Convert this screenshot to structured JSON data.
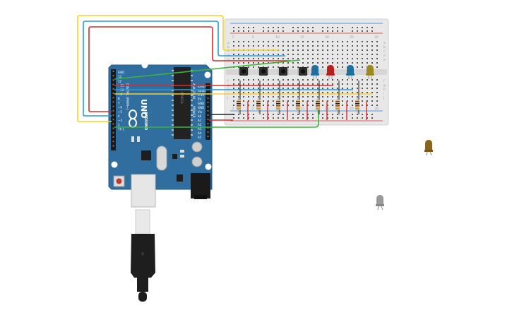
{
  "board": {
    "brand": "UNO",
    "brand_sub": "ARDUINO",
    "digital_label": "DIGITAL (PWM~)",
    "power_label": "POWER",
    "analog_label": "ANALOG IN",
    "pins_top": [
      "GND",
      "13",
      "12",
      "~11",
      "~10",
      "~9",
      "8",
      "7",
      "~6",
      "~5",
      "4",
      "~3",
      "2",
      "TX 1",
      "RX 0"
    ],
    "pins_power": [
      "IOREF",
      "RESET",
      "3.3V",
      "5V",
      "GND",
      "GND",
      "Vin"
    ],
    "pins_analog": [
      "A0",
      "A1",
      "A2",
      "A3",
      "A4",
      "A5"
    ],
    "chip_label": "ATMEGA",
    "on_label": "ON",
    "tx_label": "TX",
    "rx_label": "RX",
    "l_label": "L"
  },
  "breadboard": {
    "cols": 30,
    "col_labels": [
      "1",
      "5",
      "10",
      "15",
      "20",
      "25",
      "30"
    ],
    "row_labels": [
      "a",
      "b",
      "c",
      "d",
      "e",
      "f",
      "g",
      "h",
      "i",
      "j"
    ]
  },
  "components": {
    "buttons": 4,
    "resistors": 7,
    "leds_on_board": [
      "blue",
      "red",
      "blue",
      "olive"
    ],
    "loose_leds": [
      "brown",
      "gray"
    ]
  },
  "colors": {
    "board_blue": "#2f6e9e",
    "breadboard": "#e6e6e6",
    "wire_yellow": "#f2d232",
    "wire_blue": "#2a9bd6",
    "wire_red": "#d62c2c",
    "wire_green": "#3cb43c",
    "led_blue": "#1f6f9f",
    "led_red": "#b8201c",
    "led_olive": "#9a8a20",
    "led_brown": "#8a6418",
    "led_gray": "#9a9a9a"
  }
}
